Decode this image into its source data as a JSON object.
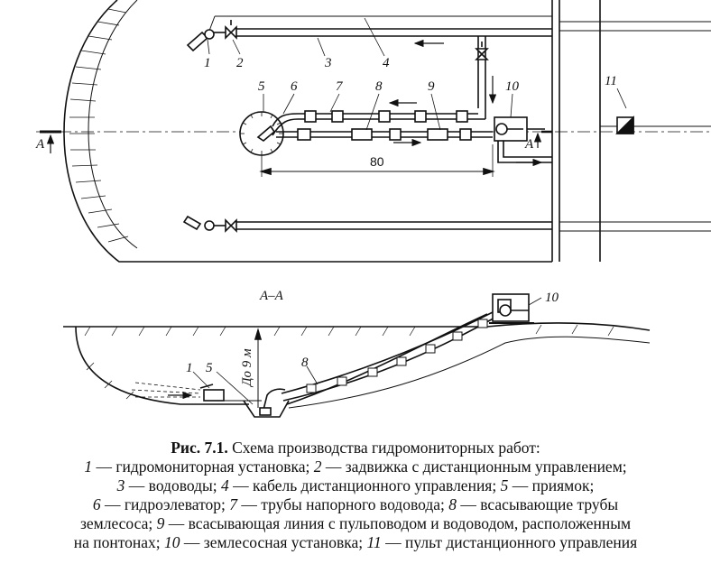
{
  "labels": {
    "l1": "1",
    "l2": "2",
    "l3": "3",
    "l4": "4",
    "l5": "5",
    "l6": "6",
    "l7": "7",
    "l8": "8",
    "l9": "9",
    "l10": "10",
    "l11": "11",
    "sec_a_left": "A",
    "sec_a_right": "A",
    "dist": "80",
    "section_title": "А–А",
    "depth": "До 9 м",
    "s_1": "1",
    "s_5": "5",
    "s_8": "8",
    "s_10": "10"
  },
  "caption": {
    "fig": "Рис. 7.1.",
    "title": " Схема производства гидромониторных работ:",
    "items": [
      {
        "n": "1",
        "t": " — гидромониторная установка; "
      },
      {
        "n": "2",
        "t": " — задвижка с дистанционным управлением;"
      },
      {
        "n": "3",
        "t": " — водоводы; "
      },
      {
        "n": "4",
        "t": " — кабель дистанционного управления; "
      },
      {
        "n": "5",
        "t": " — приямок;"
      },
      {
        "n": "6",
        "t": " — гидроэлеватор; "
      },
      {
        "n": "7",
        "t": " — трубы напорного водовода; "
      },
      {
        "n": "8",
        "t": " — всасывающие трубы"
      },
      {
        "n": "",
        "t": "землесоса; "
      },
      {
        "n": "9",
        "t": " — всасывающая линия с пульповодом и водоводом, расположенным"
      },
      {
        "n": "",
        "t": "на понтонах; "
      },
      {
        "n": "10",
        "t": " — землесосная установка; "
      },
      {
        "n": "11",
        "t": " — пульт дистанционного управления"
      }
    ]
  }
}
